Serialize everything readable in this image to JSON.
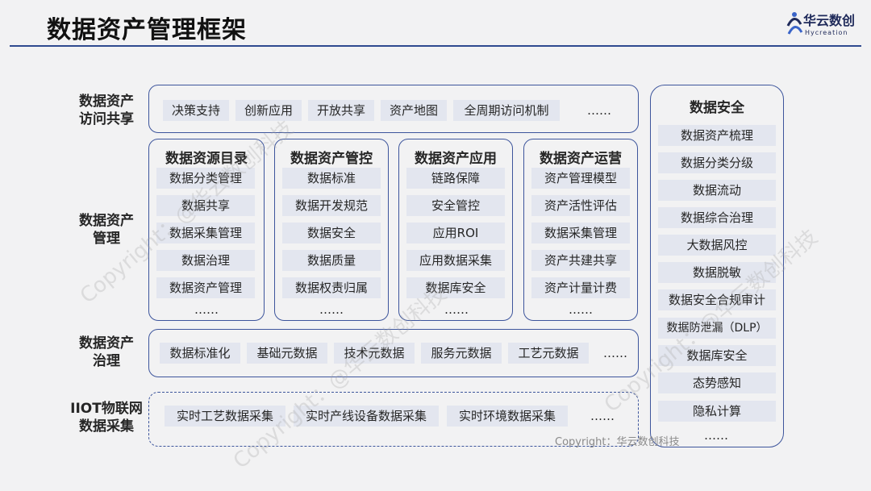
{
  "title": "数据资产管理框架",
  "logo": {
    "text": "华云数创",
    "sub": "Hycreation"
  },
  "row_labels": {
    "access_line1": "数据资产",
    "access_line2": "访问共享",
    "manage_line1": "数据资产",
    "manage_line2": "管理",
    "govern_line1": "数据资产",
    "govern_line2": "治理",
    "iiot_line1": "IIOT物联网",
    "iiot_line2": "数据采集"
  },
  "access_items": [
    "决策支持",
    "创新应用",
    "开放共享",
    "资产地图",
    "全周期访问机制"
  ],
  "ellipsis": "……",
  "columns": [
    {
      "title": "数据资源目录",
      "items": [
        "数据分类管理",
        "数据共享",
        "数据采集管理",
        "数据治理",
        "数据资产管理"
      ]
    },
    {
      "title": "数据资产管控",
      "items": [
        "数据标准",
        "数据开发规范",
        "数据安全",
        "数据质量",
        "数据权责归属"
      ]
    },
    {
      "title": "数据资产应用",
      "items": [
        "链路保障",
        "安全管控",
        "应用ROI",
        "应用数据采集",
        "数据库安全"
      ]
    },
    {
      "title": "数据资产运营",
      "items": [
        "资产管理模型",
        "资产活性评估",
        "数据采集管理",
        "资产共建共享",
        "资产计量计费"
      ]
    }
  ],
  "govern_items": [
    "数据标准化",
    "基础元数据",
    "技术元数据",
    "服务元数据",
    "工艺元数据"
  ],
  "iiot_items": [
    "实时工艺数据采集",
    "实时产线设备数据采集",
    "实时环境数据采集"
  ],
  "security": {
    "title": "数据安全",
    "items": [
      "数据资产梳理",
      "数据分类分级",
      "数据流动",
      "数据综合治理",
      "大数据风控",
      "数据脱敏",
      "数据安全合规审计",
      "数据防泄漏（DLP）",
      "数据库安全",
      "态势感知",
      "隐私计算"
    ]
  },
  "copyright_note": "Copyright：华云数创科技",
  "watermark": "Copyright：@华云数创科技",
  "colors": {
    "border": "#3d559c",
    "chip": "#e3e6ef",
    "title_line": "#2f4a8f",
    "background": "#f2f2f3"
  }
}
